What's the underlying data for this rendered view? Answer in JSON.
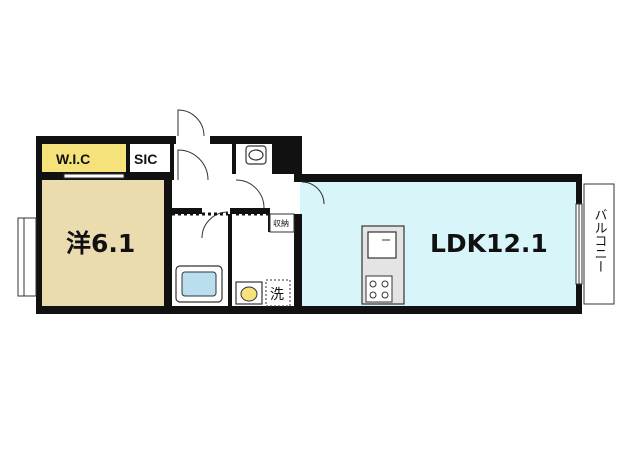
{
  "rooms": {
    "western": {
      "label": "洋6.1",
      "color": "#eadcaf"
    },
    "ldk": {
      "label": "LDK12.1",
      "color": "#d8f6fa"
    },
    "wic": {
      "label": "W.I.C",
      "color": "#f6e27a"
    },
    "sic": {
      "label": "SIC"
    },
    "storage": {
      "label": "収納"
    },
    "washer": {
      "label": "洗"
    },
    "balcony": {
      "label": "バルコニー"
    }
  },
  "icons": [
    "toilet-icon",
    "bathtub-icon",
    "washbasin-icon",
    "kitchen-sink-icon",
    "stove-icon"
  ],
  "colors": {
    "wall": "#111111",
    "outline": "#333333"
  }
}
